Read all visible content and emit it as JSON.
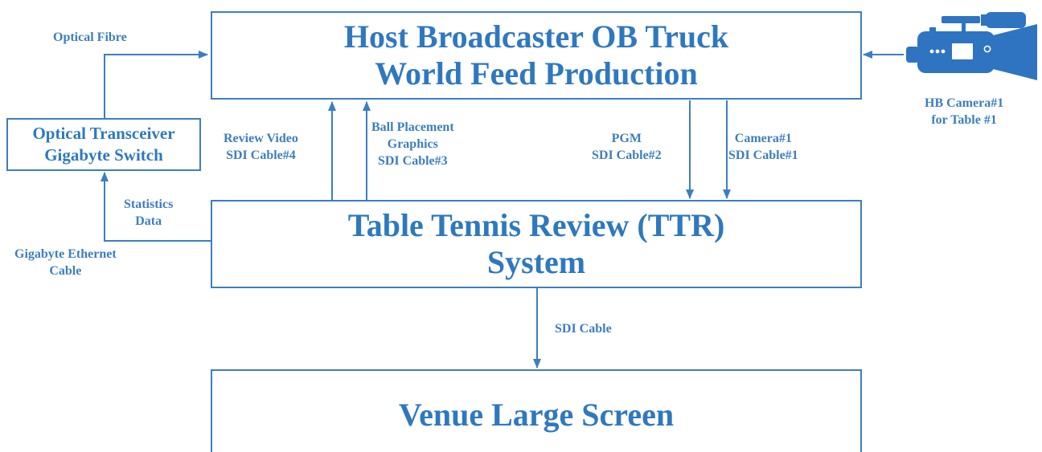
{
  "colors": {
    "stroke": "#3d7ebf",
    "text": "#2f78c0",
    "camera": "#2f74c0"
  },
  "boxes": {
    "host": {
      "line1": "Host Broadcaster OB Truck",
      "line2": "World Feed Production"
    },
    "optical": {
      "line1": "Optical Transceiver",
      "line2": "Gigabyte Switch"
    },
    "ttr": {
      "line1": "Table Tennis Review (TTR)",
      "line2": "System"
    },
    "venue": {
      "line1": "Venue Large Screen"
    }
  },
  "labels": {
    "optical_fibre": "Optical Fibre",
    "review_video": {
      "line1": "Review Video",
      "line2": "SDI Cable#4"
    },
    "ball_placement": {
      "line1": "Ball Placement",
      "line2": "Graphics",
      "line3": "SDI Cable#3"
    },
    "pgm": {
      "line1": "PGM",
      "line2": "SDI Cable#2"
    },
    "camera1": {
      "line1": "Camera#1",
      "line2": "SDI Cable#1"
    },
    "hb_camera": {
      "line1": "HB Camera#1",
      "line2": "for Table #1"
    },
    "statistics": {
      "line1": "Statistics",
      "line2": "Data"
    },
    "gigabyte_ethernet": {
      "line1": "Gigabyte Ethernet",
      "line2": "Cable"
    },
    "sdi_cable": "SDI Cable"
  },
  "icons": {
    "camera": "video-camera-icon"
  }
}
